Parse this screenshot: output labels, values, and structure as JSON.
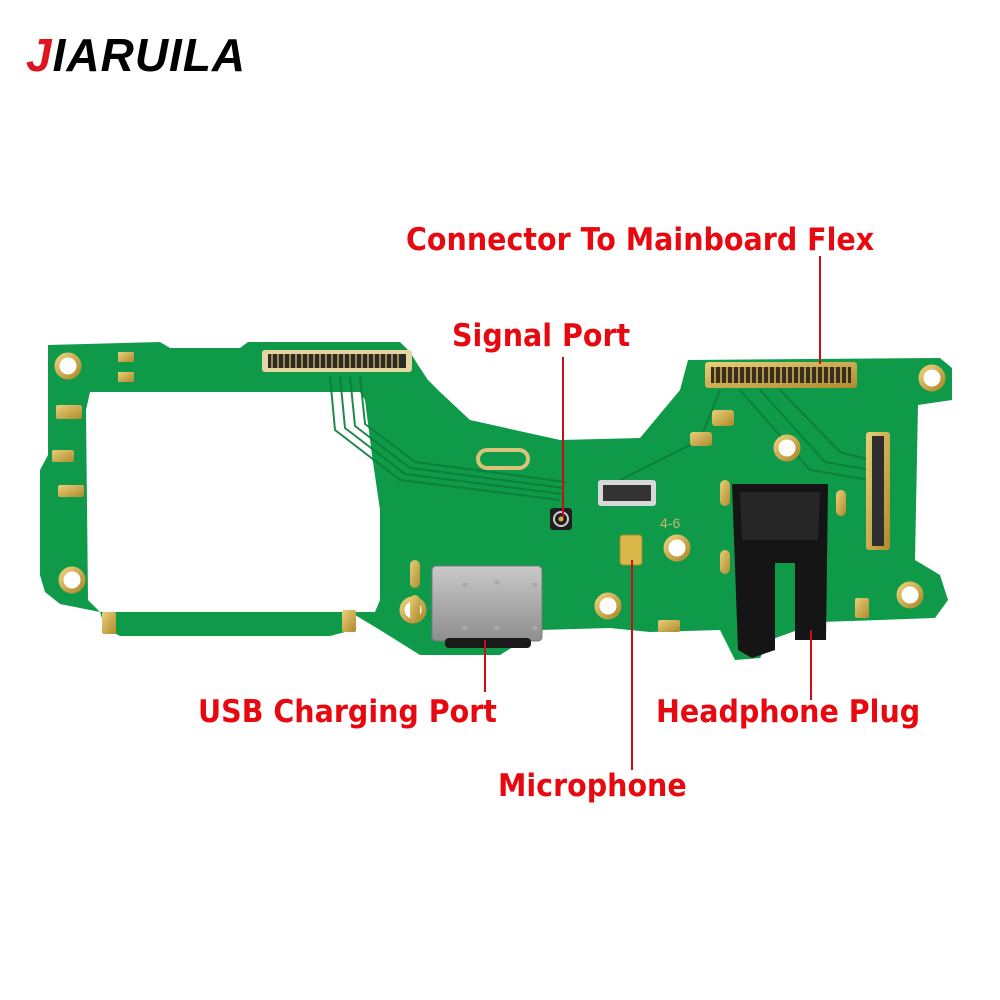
{
  "brand": {
    "first_letter": "J",
    "rest": "IARUILA",
    "accent_color": "#e0141e"
  },
  "labels": {
    "connector": "Connector To Mainboard Flex",
    "signal": "Signal Port",
    "usb": "USB Charging Port",
    "headphone": "Headphone Plug",
    "microphone": "Microphone"
  },
  "board": {
    "pcb_color": "#0e9a48",
    "silkscreen_text": "4-6",
    "label_color": "#e8080f"
  }
}
